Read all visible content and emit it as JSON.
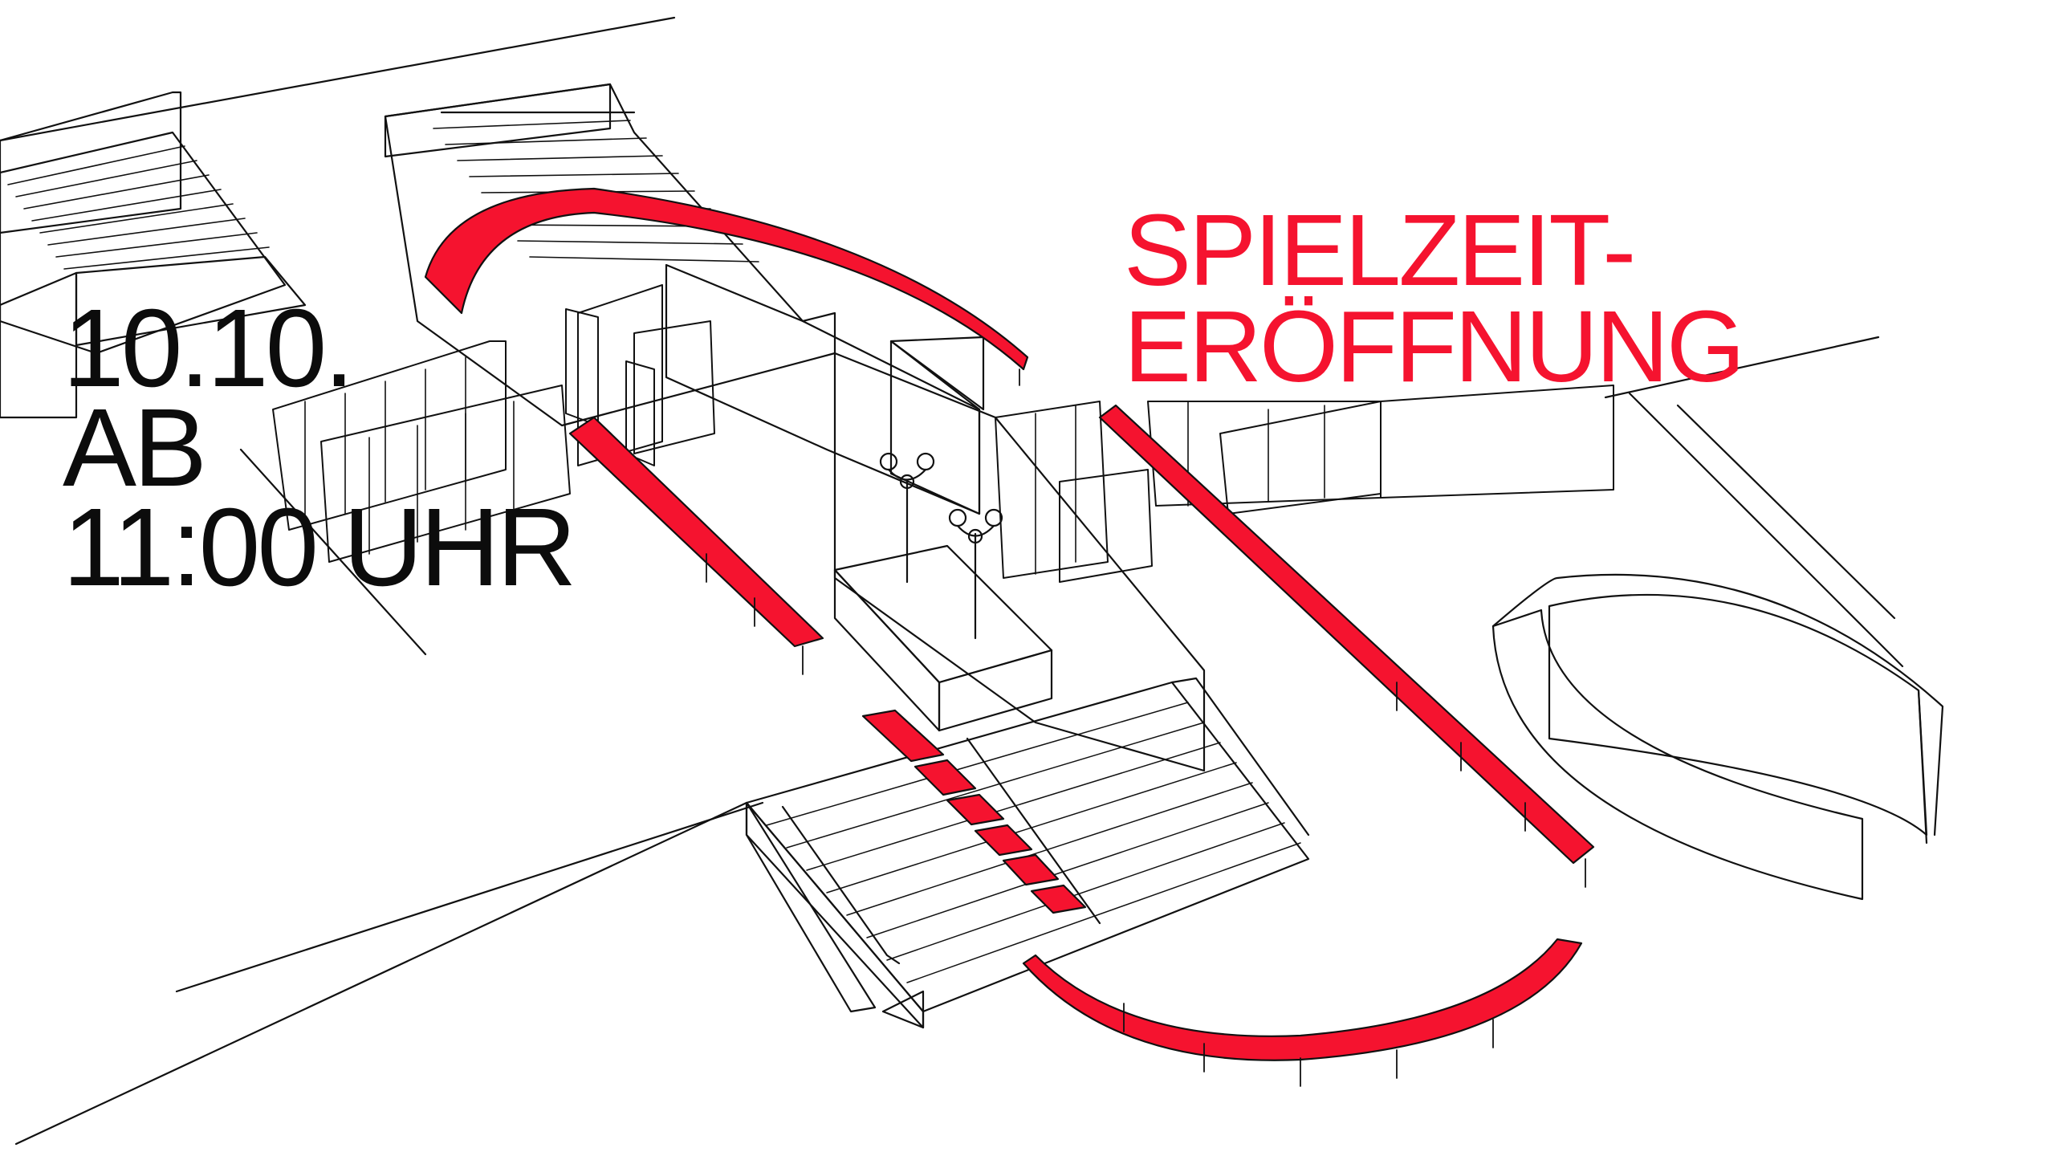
{
  "event": {
    "date": "10.10.",
    "from": "AB",
    "time": "11:00 UHR"
  },
  "title": {
    "line1": "SPIELZEIT-",
    "line2": "ERÖFFNUNG"
  },
  "colors": {
    "accent": "#f5132f",
    "ink": "#0c0c0c",
    "background": "#ffffff"
  }
}
